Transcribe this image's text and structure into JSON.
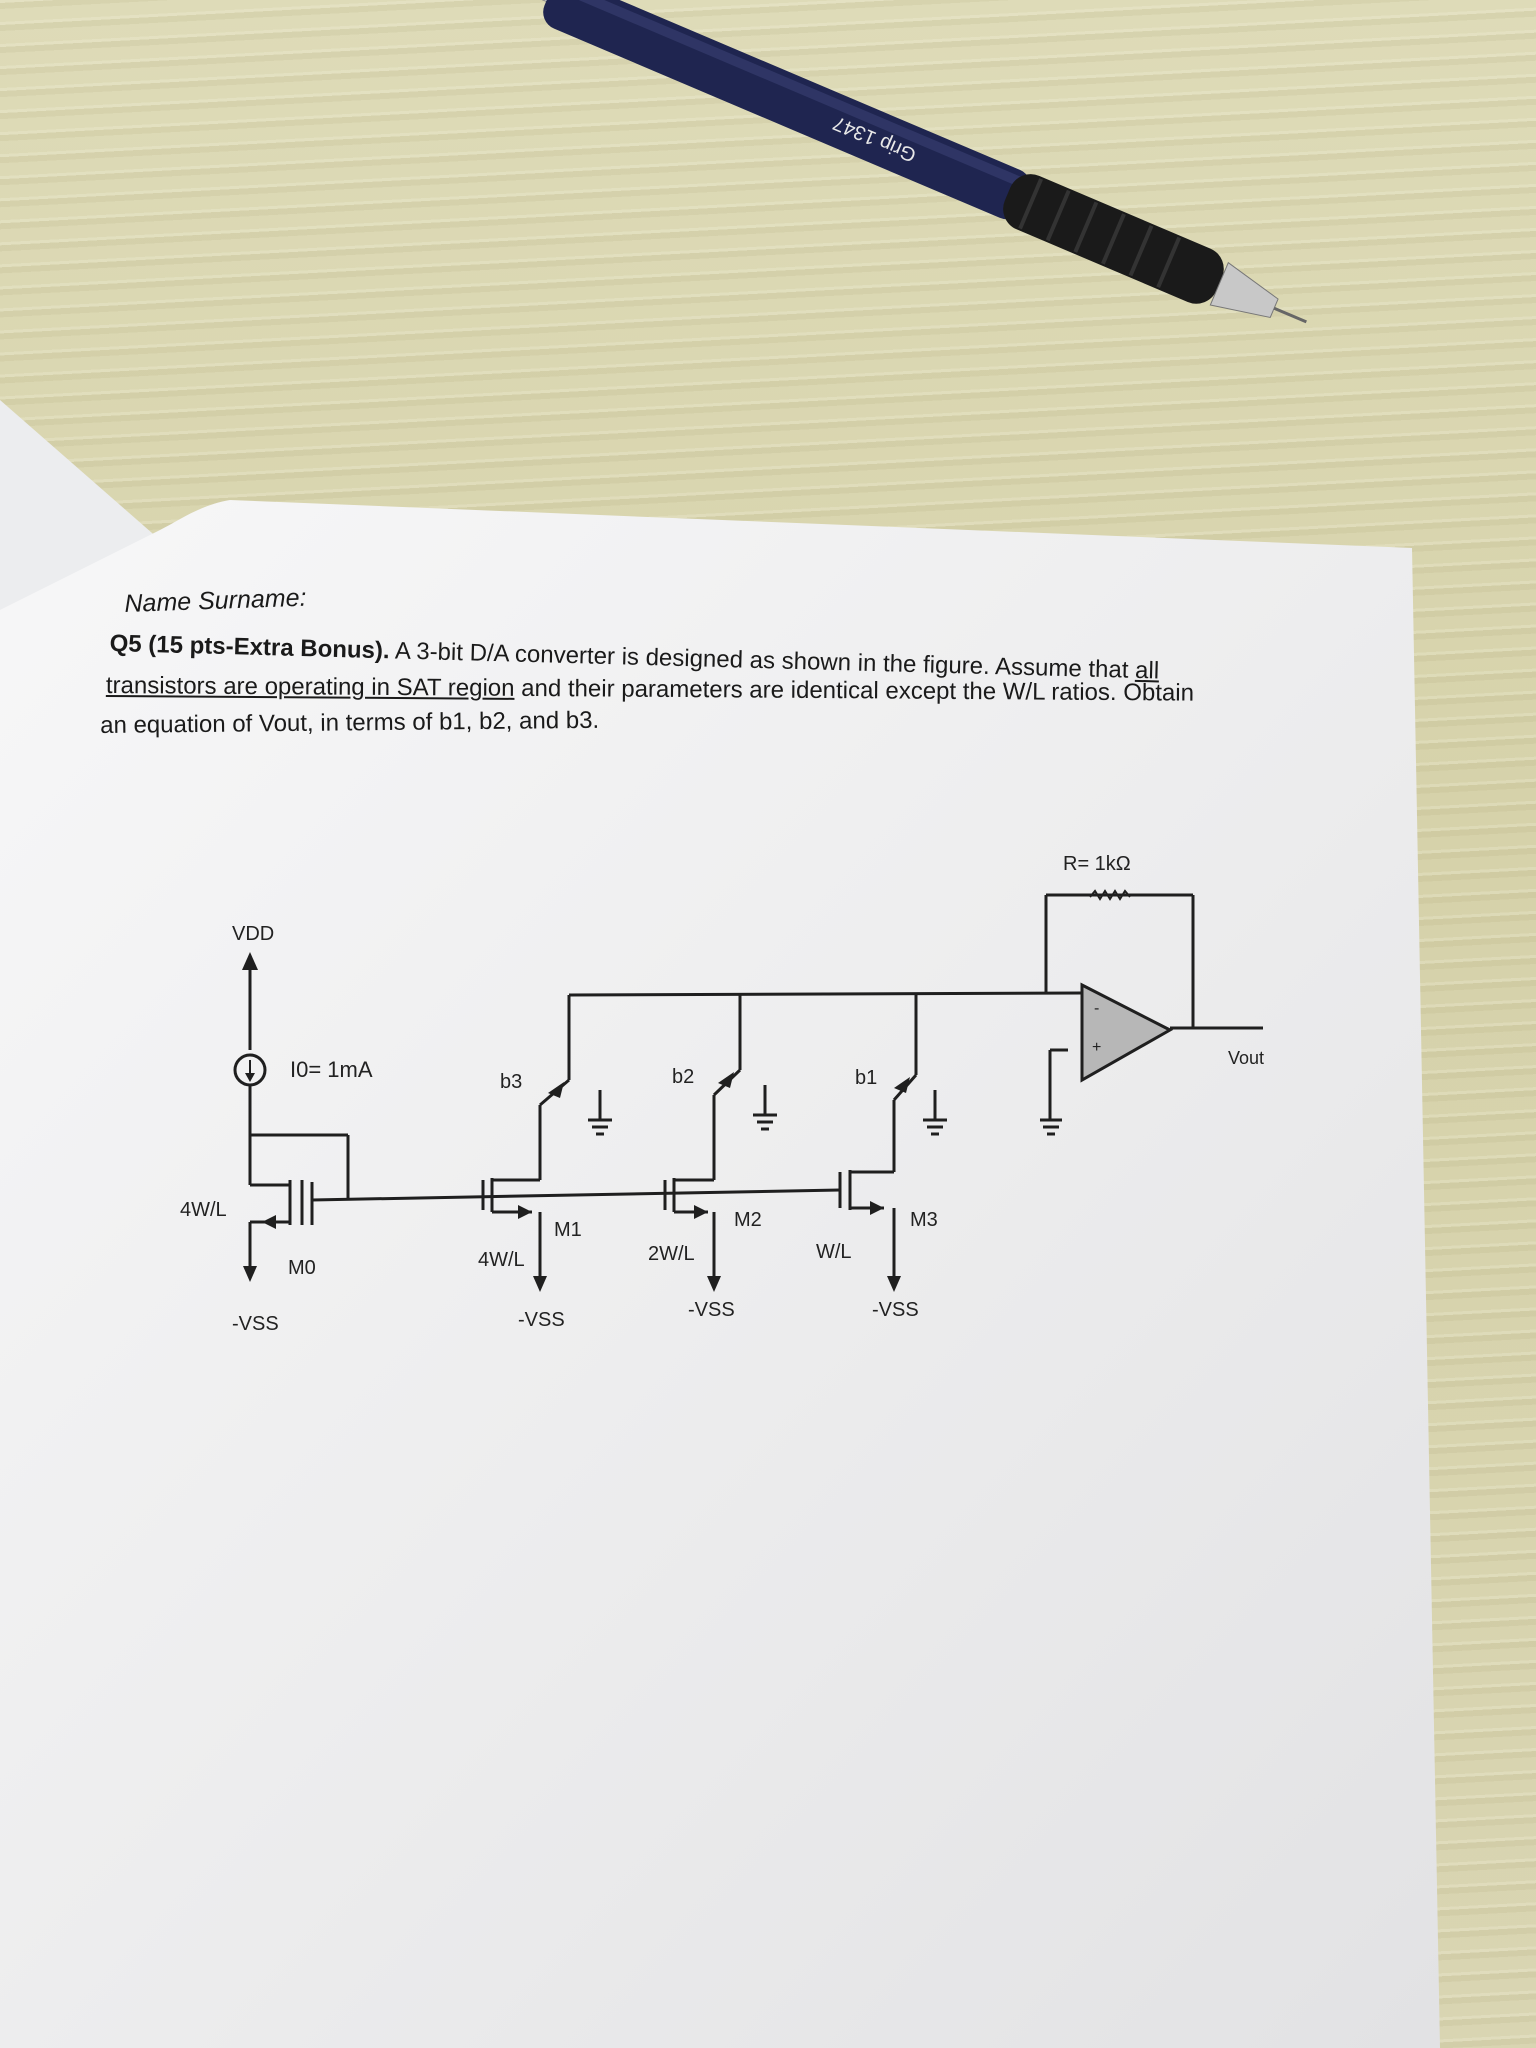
{
  "sheet": {
    "name_label": "Name Surname:",
    "q_number": "Q5",
    "q_points": "(15 pts-Extra Bonus).",
    "line1_rest": " A 3-bit D/A converter is designed as shown in the figure. Assume that ",
    "line1_underlined": "all",
    "line2_underlined": "transistors are operating in SAT region",
    "line2_rest": " and their parameters are identical except the W/L ratios. Obtain",
    "line3": "an equation of Vout, in terms of b1, b2, and b3."
  },
  "circuit": {
    "vdd": "VDD",
    "current_source": "I0= 1mA",
    "m0_ratio": "4W/L",
    "m0_name": "M0",
    "vss_label": "-VSS",
    "switches": [
      "b3",
      "b2",
      "b1"
    ],
    "transistors": [
      {
        "name": "M1",
        "ratio": "4W/L"
      },
      {
        "name": "M2",
        "ratio": "2W/L"
      },
      {
        "name": "M3",
        "ratio": "W/L"
      }
    ],
    "resistor": "R= 1kΩ",
    "output": "Vout",
    "opamp_minus": "-",
    "opamp_plus": "+"
  },
  "pencil": {
    "imprint": "Grip 1347",
    "body_color": "#1f2550",
    "grip_color": "#1a1a1a"
  }
}
